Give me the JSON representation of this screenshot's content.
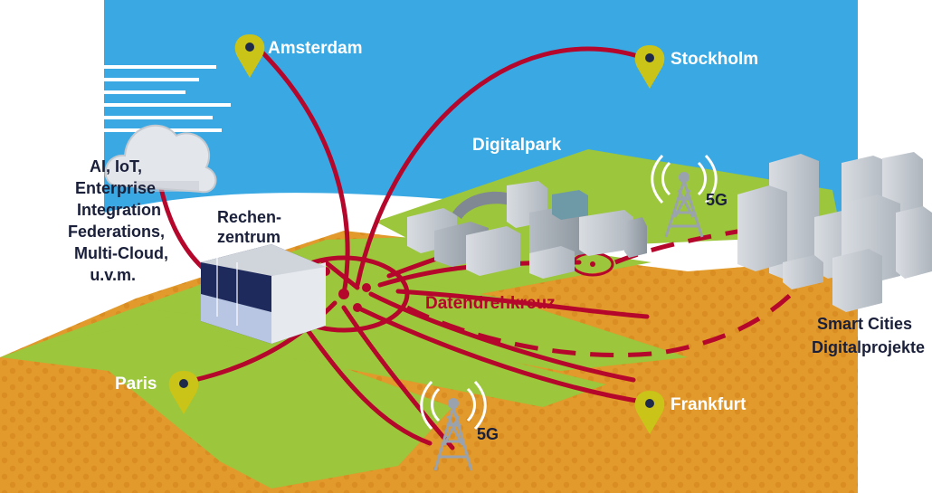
{
  "colors": {
    "sky": "#3aa9e3",
    "ground_orange": "#e19a2b",
    "ground_dots": "#d4831a",
    "field_green": "#9cc63b",
    "line_red": "#b5062c",
    "pin_yellow": "#c9c417",
    "pin_dot": "#1f2a4a",
    "label_dark": "#1a1f3a",
    "label_white": "#ffffff",
    "label_red": "#b5062c"
  },
  "cities": {
    "amsterdam": "Amsterdam",
    "stockholm": "Stockholm",
    "paris": "Paris",
    "frankfurt": "Frankfurt"
  },
  "places": {
    "digitalpark": "Digitalpark",
    "rechenzentrum": [
      "Rechen-",
      "zentrum"
    ],
    "datendrehkreuz": "Datendrehkreuz",
    "smart_cities": [
      "Smart Cities",
      "Digitalprojekte"
    ]
  },
  "cloud_services": [
    "AI, IoT,",
    "Enterprise",
    "Integration",
    "Federations,",
    "Multi-Cloud,",
    "u.v.m."
  ],
  "towers": {
    "tower_right": "5G",
    "tower_bottom": "5G"
  },
  "icons": [
    "map-pin-icon",
    "cloud-icon",
    "radio-tower-icon",
    "building-icon"
  ]
}
